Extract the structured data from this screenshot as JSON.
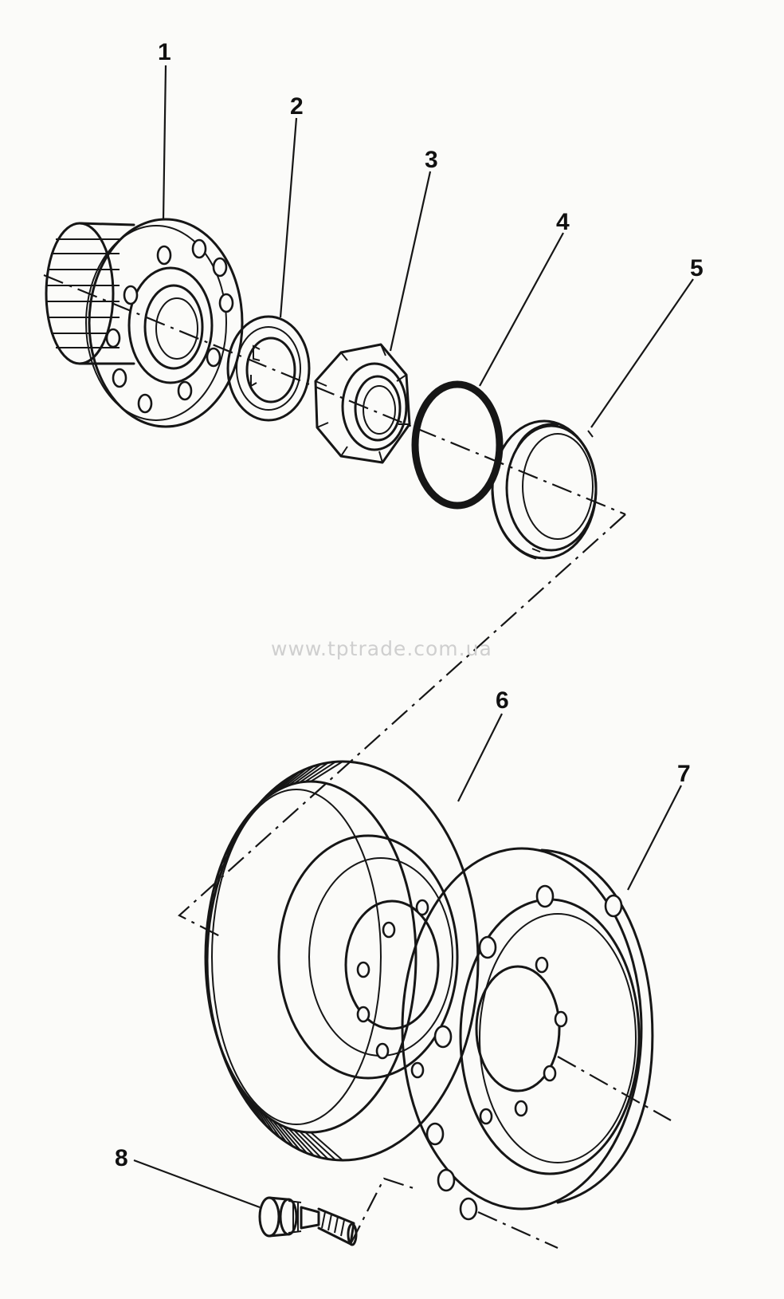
{
  "callouts": [
    "1",
    "2",
    "3",
    "4",
    "5",
    "6",
    "7",
    "8"
  ],
  "watermark": "www.tptrade.com.ua"
}
